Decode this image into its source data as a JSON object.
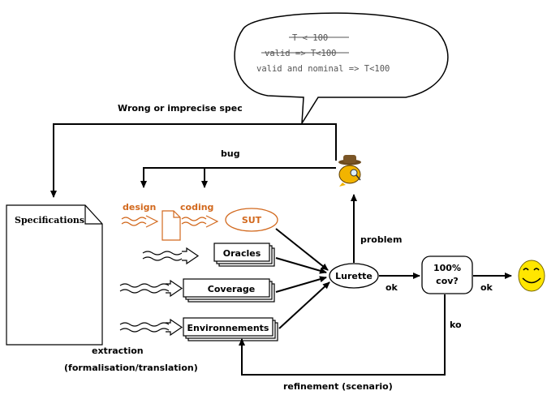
{
  "bubble": {
    "line1": "T < 100",
    "line2": "valid => T<100",
    "line3": "valid and nominal => T<100"
  },
  "labels": {
    "wrong_spec": "Wrong or imprecise spec",
    "bug": "bug",
    "design": "design",
    "coding": "coding",
    "sut": "SUT",
    "specifications": "Specifications",
    "oracles": "Oracles",
    "coverage": "Coverage",
    "environnements": "Environnements",
    "lurette": "Lurette",
    "problem": "problem",
    "ok1": "ok",
    "decision_line1": "100%",
    "decision_line2": "cov?",
    "ok2": "ok",
    "ko": "ko",
    "extraction": "extraction",
    "formalisation": "(formalisation/translation)",
    "refinement": "refinement (scenario)"
  },
  "colors": {
    "accent": "#d2691e",
    "smiley": "#ffe600"
  }
}
